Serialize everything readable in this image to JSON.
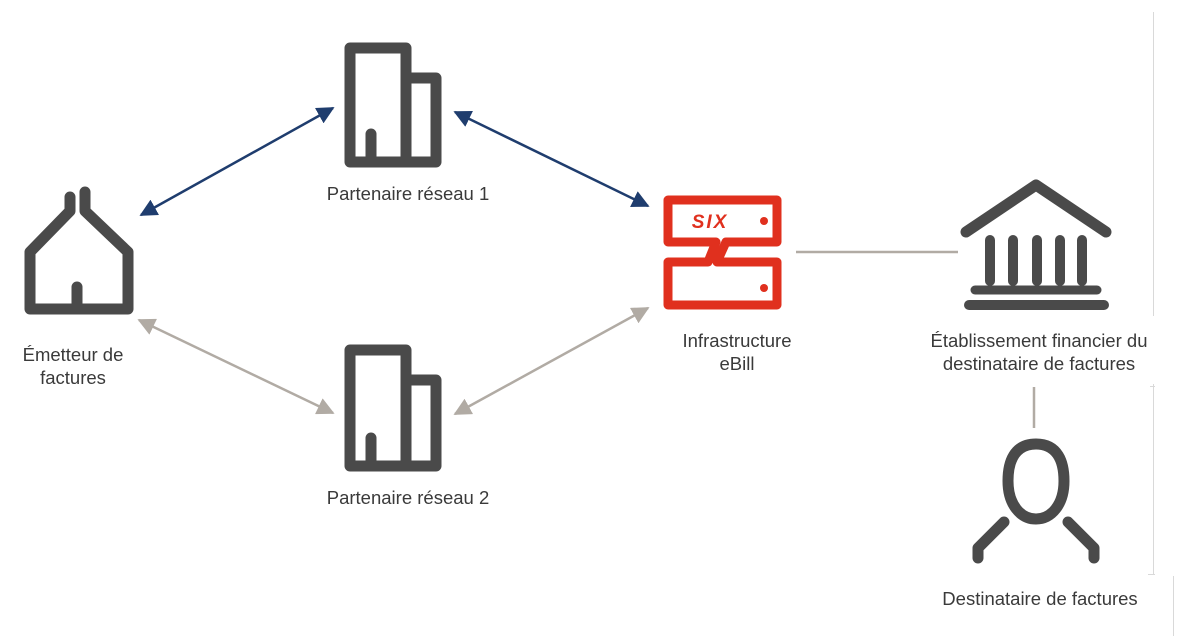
{
  "nodes": {
    "issuer": {
      "label_lines": [
        "Émetteur de",
        "factures"
      ],
      "icon": "house-icon"
    },
    "partner1": {
      "label": "Partenaire réseau 1",
      "icon": "building-icon"
    },
    "partner2": {
      "label": "Partenaire réseau 2",
      "icon": "building-icon"
    },
    "infrastructure": {
      "label_lines": [
        "Infrastructure",
        "eBill"
      ],
      "icon": "six-server-icon",
      "logo_text": "SIX"
    },
    "bank": {
      "label_lines": [
        "Établissement financier du",
        "destinataire de factures"
      ],
      "icon": "bank-icon"
    },
    "recipient": {
      "label": "Destinataire de factures",
      "icon": "person-icon"
    }
  },
  "colors": {
    "icon": "#4a4a4a",
    "six_red": "#e0301e",
    "arrow_primary": "#1f3d6e",
    "arrow_secondary": "#b1aba4",
    "connector": "#b1aba4",
    "text": "#3a3a3a"
  }
}
